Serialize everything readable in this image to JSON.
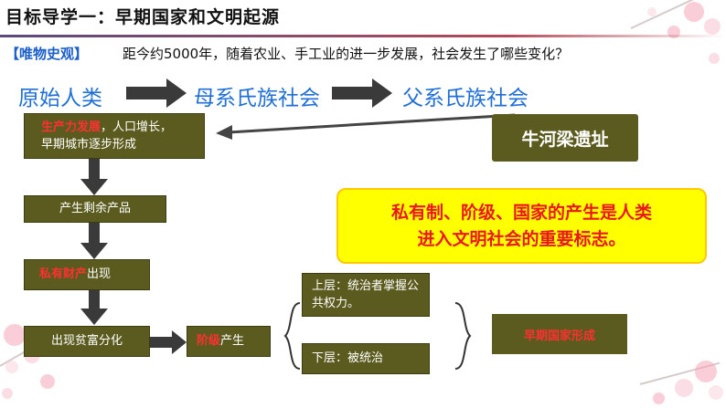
{
  "title": "目标导学一：早期国家和文明起源",
  "question": {
    "tag": "【唯物史观】",
    "text": "距今约5000年，随着农业、手工业的进一步发展，社会发生了哪些变化？"
  },
  "stages": [
    "原始人类",
    "母系氏族社会",
    "父系氏族社会"
  ],
  "flow": {
    "box1": {
      "highlight": "生产力发展",
      "rest": "，人口增长，",
      "line2": "早期城市逐步形成"
    },
    "box2": {
      "text": "产生剩余产品"
    },
    "box3": {
      "highlight": "私有财产",
      "rest": "出现"
    },
    "box4": {
      "text": "出现贫富分化"
    },
    "box5": {
      "highlight": "阶级",
      "rest": "产生"
    }
  },
  "layers": {
    "upper": "上层：统治者掌握公共权力。",
    "lower": "下层：被统治"
  },
  "result": "早期国家形成",
  "site": "牛河梁遗址",
  "conclusion": [
    "私有制、阶级、国家的产生是人类",
    "进入文明社会的重要标志。"
  ],
  "colors": {
    "box_fill": "#5b5b1f",
    "highlight_red": "#ff3030",
    "stage_blue": "#1f6fd6",
    "sign_yellow": "#ffff00"
  }
}
